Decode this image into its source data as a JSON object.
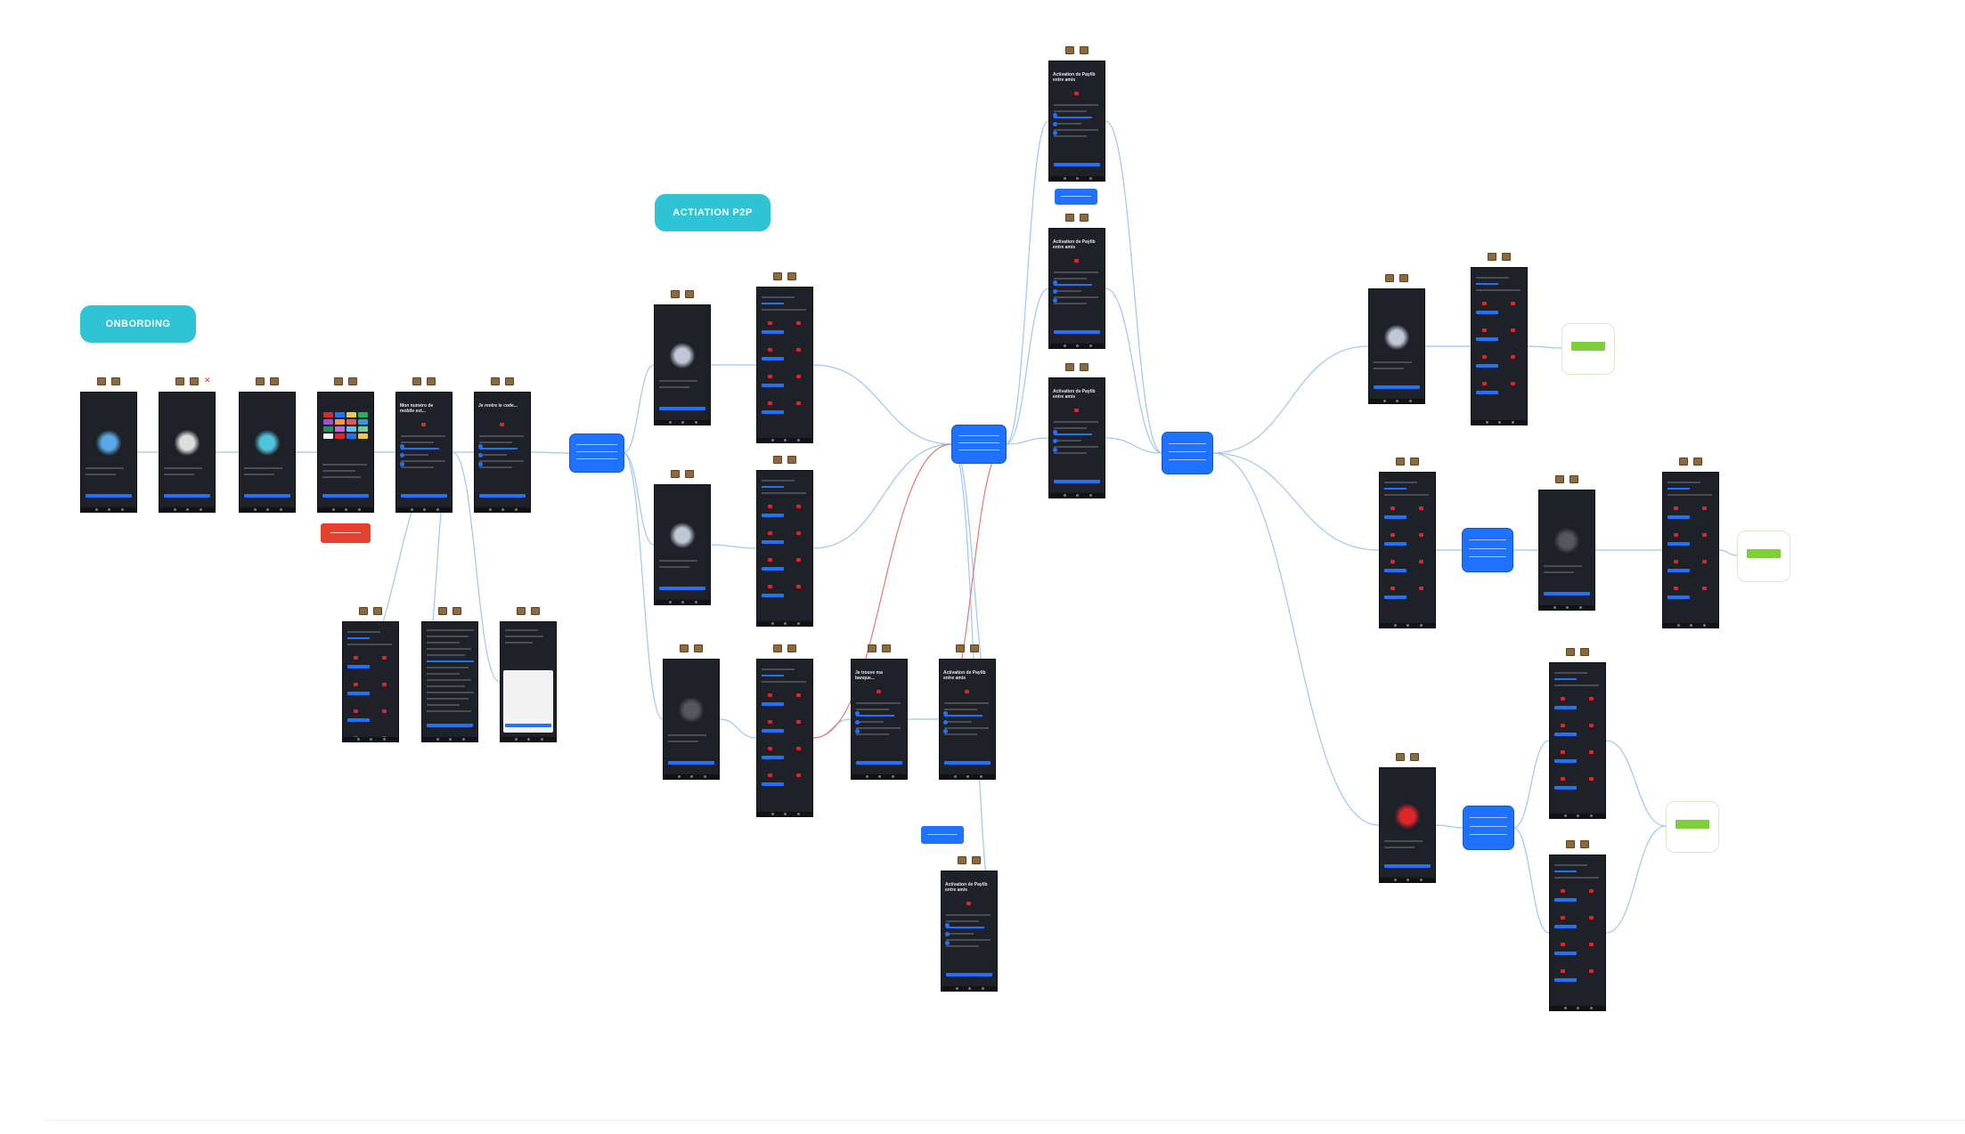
{
  "canvas": {
    "background": "#ffffff"
  },
  "sections": [
    {
      "id": "onboarding",
      "label": "ONBORDING",
      "color": "#2ec4d6"
    },
    {
      "id": "p2p",
      "label": "ACTIATION P2P",
      "color": "#2ec4d6"
    }
  ],
  "colors": {
    "screen_bg": "#1f2128",
    "accent_blue": "#1e72ff",
    "connector_blue": "#9ec7f2",
    "connector_red": "#e8786e",
    "error_red": "#e5402c",
    "success_green": "#7ecf3a",
    "status_icon": "#8b6a3e"
  },
  "icons": [
    "status-icon",
    "close-icon"
  ],
  "screens": [
    {
      "id": "s1",
      "kind": "illus",
      "illus_color": "#5aa8e6"
    },
    {
      "id": "s2",
      "kind": "illus",
      "illus_color": "#dddddd",
      "rejected": true
    },
    {
      "id": "s3",
      "kind": "illus",
      "illus_color": "#4fc3d9"
    },
    {
      "id": "s4",
      "kind": "grid"
    },
    {
      "id": "s5",
      "kind": "title",
      "title": "Mon numéro de mobile est..."
    },
    {
      "id": "s6",
      "kind": "title",
      "title": "Je rentre le code..."
    },
    {
      "id": "s7",
      "kind": "list"
    },
    {
      "id": "s8",
      "kind": "text"
    },
    {
      "id": "s9",
      "kind": "light"
    },
    {
      "id": "p1",
      "kind": "illus",
      "illus_color": "#bfc6d6"
    },
    {
      "id": "p2",
      "kind": "list"
    },
    {
      "id": "p3",
      "kind": "illus",
      "illus_color": "#bfc6d6"
    },
    {
      "id": "p4",
      "kind": "list"
    },
    {
      "id": "p5",
      "kind": "illus",
      "illus_color": "#55595f"
    },
    {
      "id": "p6",
      "kind": "list"
    },
    {
      "id": "p7",
      "kind": "title",
      "title": "Je trouve ma banque..."
    },
    {
      "id": "p8",
      "kind": "title",
      "title": "Activation de Paylib entre amis"
    },
    {
      "id": "p9",
      "kind": "title",
      "title": "Activation de Paylib entre amis"
    },
    {
      "id": "t1",
      "kind": "title",
      "title": "Activation de Paylib entre amis"
    },
    {
      "id": "t2",
      "kind": "title",
      "title": "Activation de Paylib entre amis"
    },
    {
      "id": "t3",
      "kind": "title",
      "title": "Activation de Paylib entre amis"
    },
    {
      "id": "r1",
      "kind": "illus",
      "illus_color": "#bfc6d6"
    },
    {
      "id": "r2",
      "kind": "list"
    },
    {
      "id": "r3",
      "kind": "list"
    },
    {
      "id": "r4",
      "kind": "illus",
      "illus_color": "#55595f"
    },
    {
      "id": "r5",
      "kind": "list"
    },
    {
      "id": "r6",
      "kind": "illus",
      "illus_color": "#e0262a"
    },
    {
      "id": "r7",
      "kind": "list"
    },
    {
      "id": "r8",
      "kind": "list"
    }
  ],
  "decisions": [
    {
      "id": "d1"
    },
    {
      "id": "d2"
    },
    {
      "id": "d3"
    },
    {
      "id": "d4"
    },
    {
      "id": "d5"
    }
  ],
  "pills": [
    {
      "id": "pl1"
    },
    {
      "id": "pl2"
    }
  ],
  "error_tags": [
    {
      "id": "err1"
    }
  ],
  "results": [
    {
      "id": "ok1"
    },
    {
      "id": "ok2"
    },
    {
      "id": "ok3"
    }
  ]
}
